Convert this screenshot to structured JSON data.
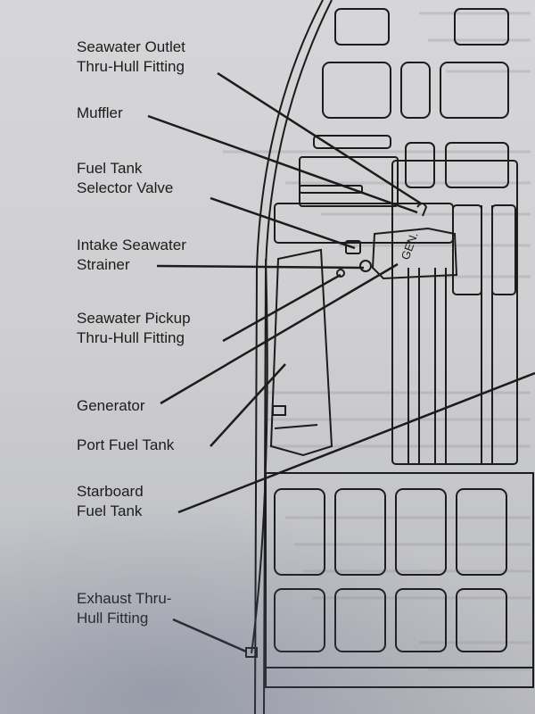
{
  "labels": {
    "seawater_outlet": [
      "Seawater Outlet",
      "Thru-Hull Fitting"
    ],
    "muffler": [
      "Muffler"
    ],
    "fuel_tank_selector": [
      "Fuel Tank",
      "Selector Valve"
    ],
    "intake_strainer": [
      "Intake Seawater",
      "Strainer"
    ],
    "seawater_pickup": [
      "Seawater Pickup",
      "Thru-Hull Fitting"
    ],
    "generator": [
      "Generator"
    ],
    "port_fuel_tank": [
      "Port Fuel Tank"
    ],
    "starboard_fuel_tank": [
      "Starboard",
      "Fuel Tank"
    ],
    "exhaust": [
      "Exhaust Thru-",
      "Hull Fitting"
    ]
  },
  "drawing": {
    "gen_mark": "GEN."
  },
  "colors": {
    "ink": "#1c1c1c",
    "paper": "#d2d2d4"
  }
}
